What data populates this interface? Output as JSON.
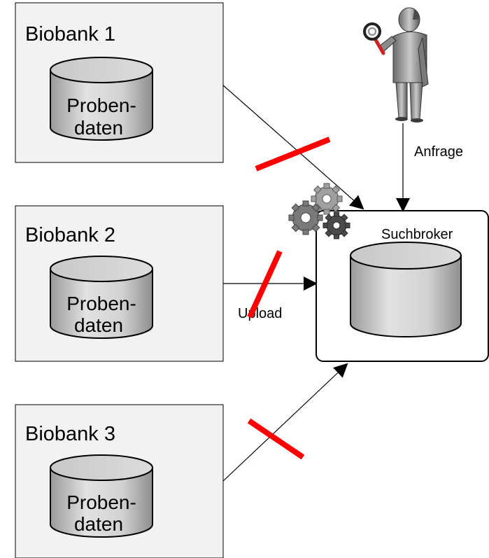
{
  "biobanks": [
    {
      "title": "Biobank 1",
      "db_line1": "Proben-",
      "db_line2": "daten"
    },
    {
      "title": "Biobank 2",
      "db_line1": "Proben-",
      "db_line2": "daten"
    },
    {
      "title": "Biobank 3",
      "db_line1": "Proben-",
      "db_line2": "daten"
    }
  ],
  "broker": {
    "title": "Suchbroker"
  },
  "labels": {
    "request": "Anfrage",
    "upload": "Upload"
  },
  "colors": {
    "box_fill": "#f2f2f2",
    "box_border": "#000000",
    "blocked_mark": "#ff0000",
    "cylinder_light": "#e6e6e6",
    "cylinder_dark": "#a6a6a6"
  },
  "icons": [
    "user-with-magnifier-icon",
    "gears-icon",
    "blocked-connection-mark"
  ]
}
